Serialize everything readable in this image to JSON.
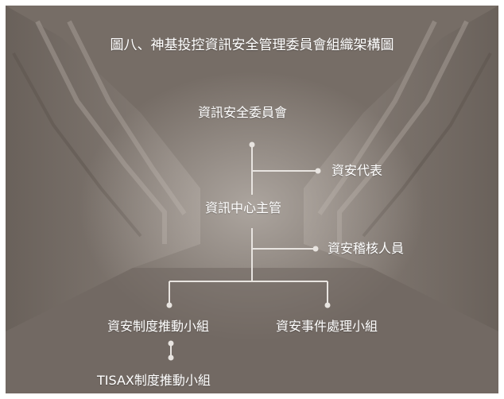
{
  "title": "圖八、神基投控資訊安全管理委員會組織架構圖",
  "colors": {
    "background": "#7c736c",
    "connector": "#e8e4e0",
    "text": "#ffffff"
  },
  "nodes": {
    "committee": "資訊安全委員會",
    "security_representative": "資安代表",
    "it_head": "資訊中心主管",
    "security_auditor": "資安稽核人員",
    "policy_team": "資安制度推動小組",
    "incident_team": "資安事件處理小組",
    "tisax_team": "TISAX制度推動小組"
  }
}
